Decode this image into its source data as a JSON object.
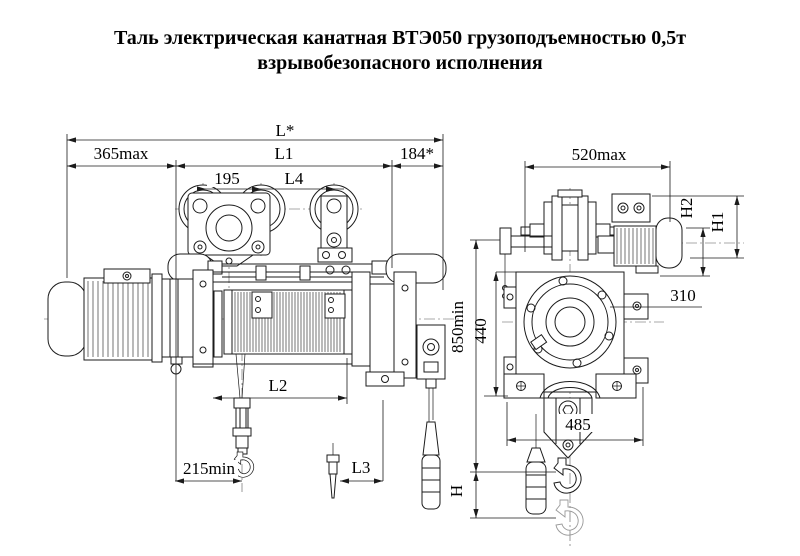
{
  "title": {
    "line1": "Таль электрическая канатная ВТЭ050 грузоподъемностью 0,5т",
    "line2": "взрывобезопасного исполнения"
  },
  "front_view": {
    "dim_overall_length": "L*",
    "dim_motor_overhang": "365max",
    "dim_l1": "L1",
    "dim_right_overhang": "184*",
    "dim_wheelbase": "195",
    "dim_l4": "L4",
    "dim_l2": "L2",
    "dim_hook_min_approach": "215min",
    "dim_l3": "L3"
  },
  "side_view": {
    "dim_width": "520max",
    "dim_h2": "H2",
    "dim_h1": "H1",
    "dim_310": "310",
    "dim_headroom": "850min",
    "dim_440": "440",
    "dim_485": "485",
    "dim_lift_height": "H"
  },
  "colors": {
    "ink": "#1b1b1b",
    "phantom": "#999999",
    "background": "#ffffff"
  }
}
